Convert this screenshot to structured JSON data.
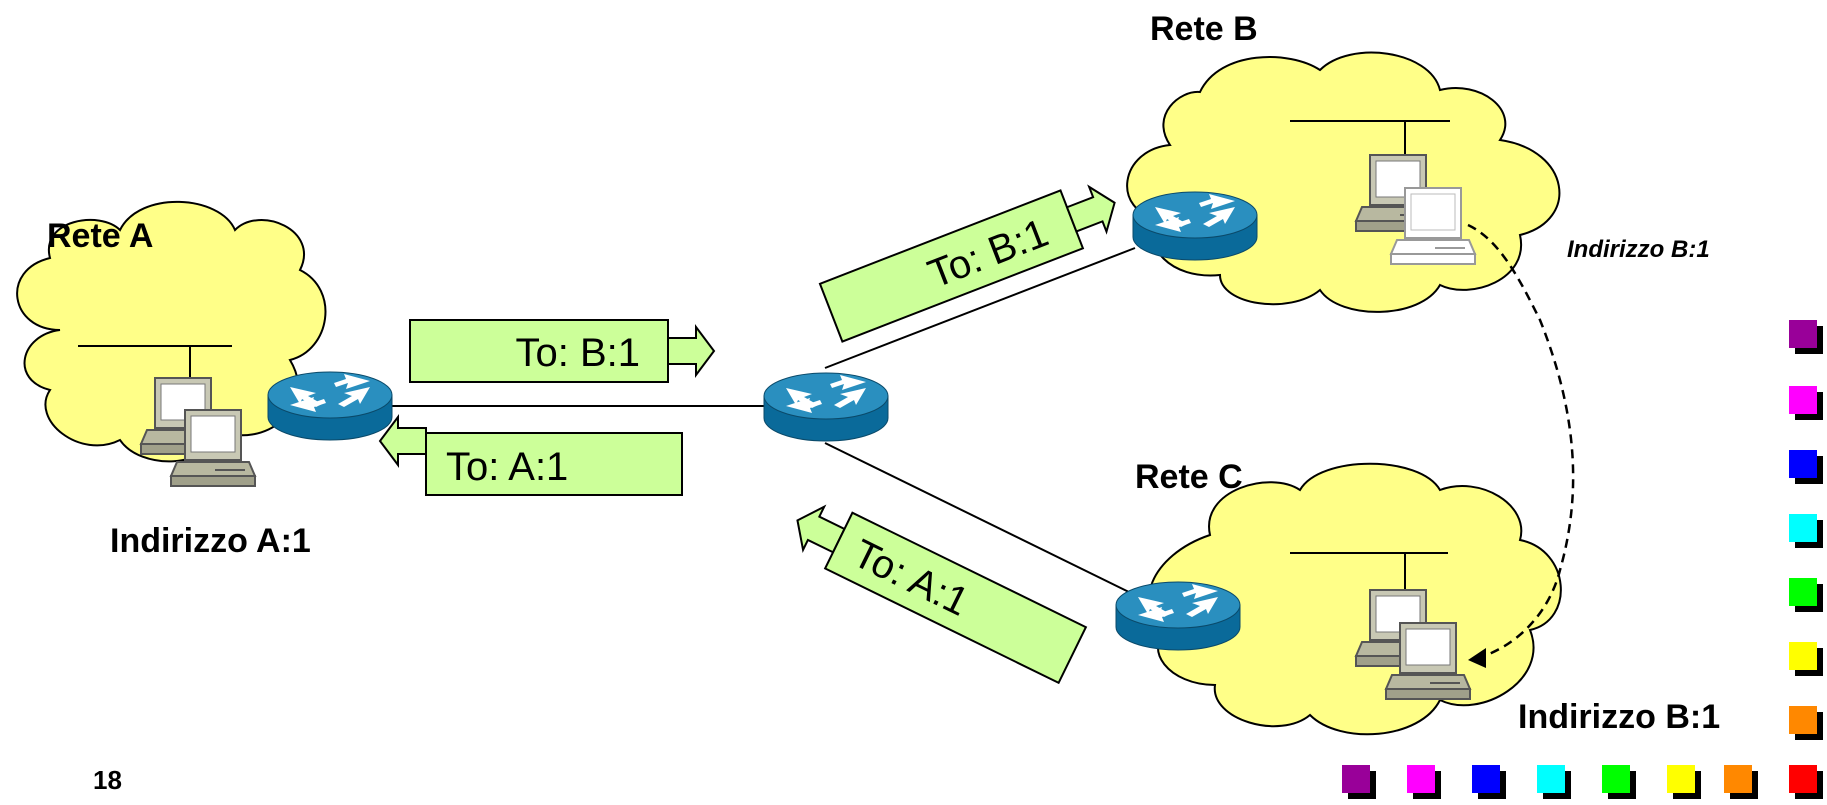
{
  "networks": {
    "a": {
      "title": "Rete A",
      "address": "Indirizzo A:1"
    },
    "b": {
      "title": "Rete B",
      "address": "Indirizzo B:1"
    },
    "c": {
      "title": "Rete C",
      "address": "Indirizzo B:1"
    }
  },
  "packets": {
    "a_to_core": "To: B:1",
    "core_to_a": "To: A:1",
    "core_to_b": "To: B:1",
    "c_to_core": "To: A:1"
  },
  "page_number": "18",
  "colors": {
    "cloud_fill": "#ffff88",
    "packet_fill": "#ccff99",
    "router_top": "#2a8fbf",
    "router_side": "#0a6a9a",
    "deco_squares": [
      "#990099",
      "#ff00ff",
      "#0000ff",
      "#00ffff",
      "#00ff00",
      "#ffff00",
      "#ff8800",
      "#ff0000"
    ]
  }
}
